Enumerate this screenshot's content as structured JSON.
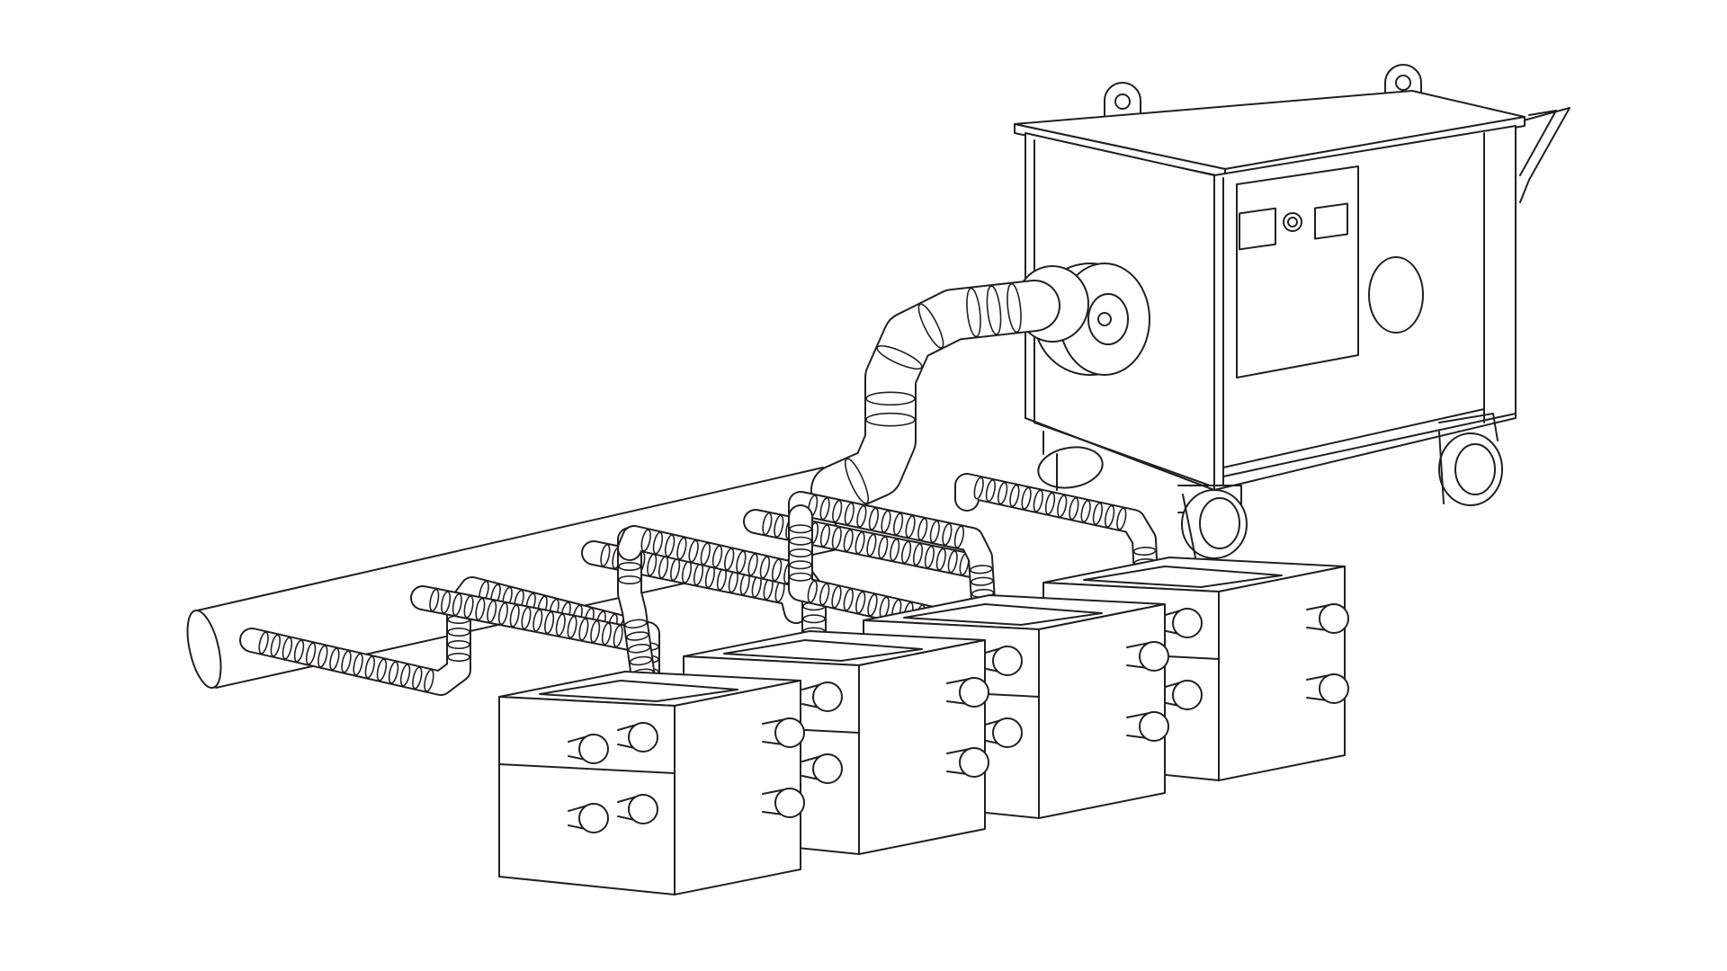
{
  "diagram": {
    "labels": [],
    "colors": {
      "line": "#231f20",
      "background": "#ffffff"
    },
    "components": {
      "unit": "mobile-fume-extractor-cabinet",
      "main_duct": "collection-duct",
      "flexible_hose": "main-flexible-hose",
      "work_stations": 4,
      "hoods_per_station": 1,
      "branch_hoses": 7,
      "casters": 3
    }
  }
}
